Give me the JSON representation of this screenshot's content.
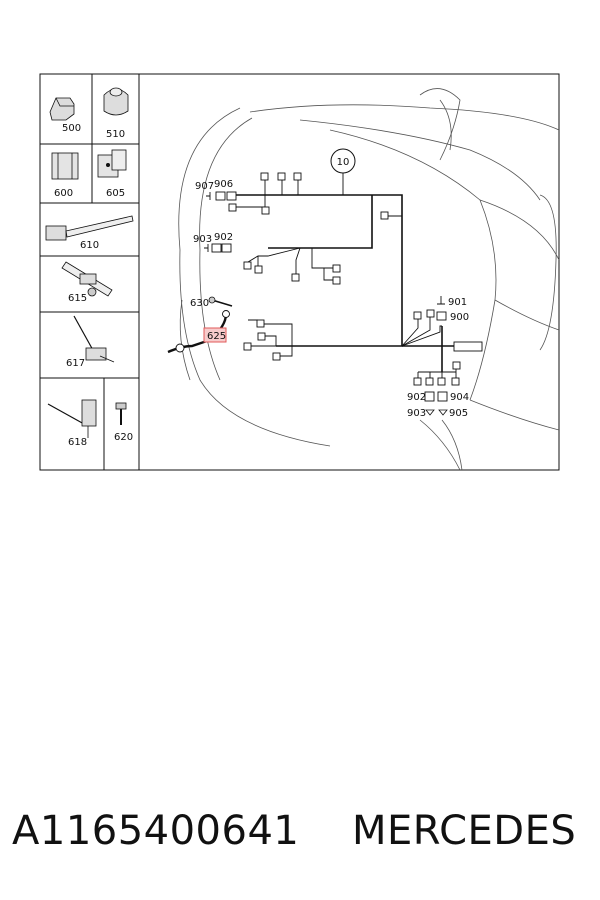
{
  "diagram": {
    "parts_panel": [
      "500",
      "510",
      "600",
      "605",
      "610",
      "615",
      "617",
      "618",
      "620"
    ],
    "harness_labels": {
      "p10": "10",
      "p907": "907",
      "p906": "906",
      "p903a": "903",
      "p902a": "902",
      "p630": "630",
      "p625": "625",
      "p901": "901",
      "p900": "900",
      "p902b": "902",
      "p904": "904",
      "p903b": "903",
      "p905": "905"
    },
    "highlighted_part": "625",
    "highlight_color": "#e05a5a"
  },
  "footer": {
    "part_number": "A1165400641",
    "brand": "MERCEDES"
  }
}
